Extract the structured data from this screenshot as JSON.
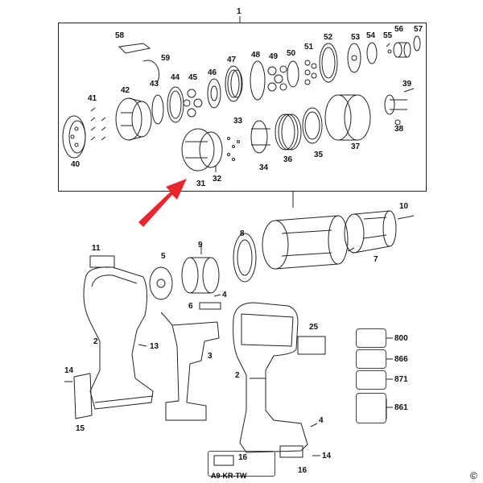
{
  "diagram": {
    "callout_top": "1",
    "callouts": {
      "c2a": "2",
      "c2b": "2",
      "c3": "3",
      "c4a": "4",
      "c4b": "4",
      "c5": "5",
      "c6": "6",
      "c7": "7",
      "c8": "8",
      "c9": "9",
      "c10": "10",
      "c11": "11",
      "c13": "13",
      "c14a": "14",
      "c14b": "14",
      "c15": "15",
      "c16a": "16",
      "c16b": "16",
      "c25": "25",
      "c31": "31",
      "c32": "32",
      "c33": "33",
      "c34": "34",
      "c35": "35",
      "c36": "36",
      "c37": "37",
      "c38": "38",
      "c39": "39",
      "c40": "40",
      "c41": "41",
      "c42": "42",
      "c43": "43",
      "c44": "44",
      "c45": "45",
      "c46": "46",
      "c47": "47",
      "c48": "48",
      "c49": "49",
      "c50": "50",
      "c51": "51",
      "c52": "52",
      "c53": "53",
      "c54": "54",
      "c55": "55",
      "c56": "56",
      "c57": "57",
      "c58": "58",
      "c59": "59"
    },
    "accessories": [
      {
        "id": "800"
      },
      {
        "id": "866"
      },
      {
        "id": "871"
      },
      {
        "id": "861"
      }
    ],
    "badge": "A9-KR-TW",
    "copyright": "©",
    "colors": {
      "arrow": "#e8262b",
      "line": "#222222"
    }
  }
}
